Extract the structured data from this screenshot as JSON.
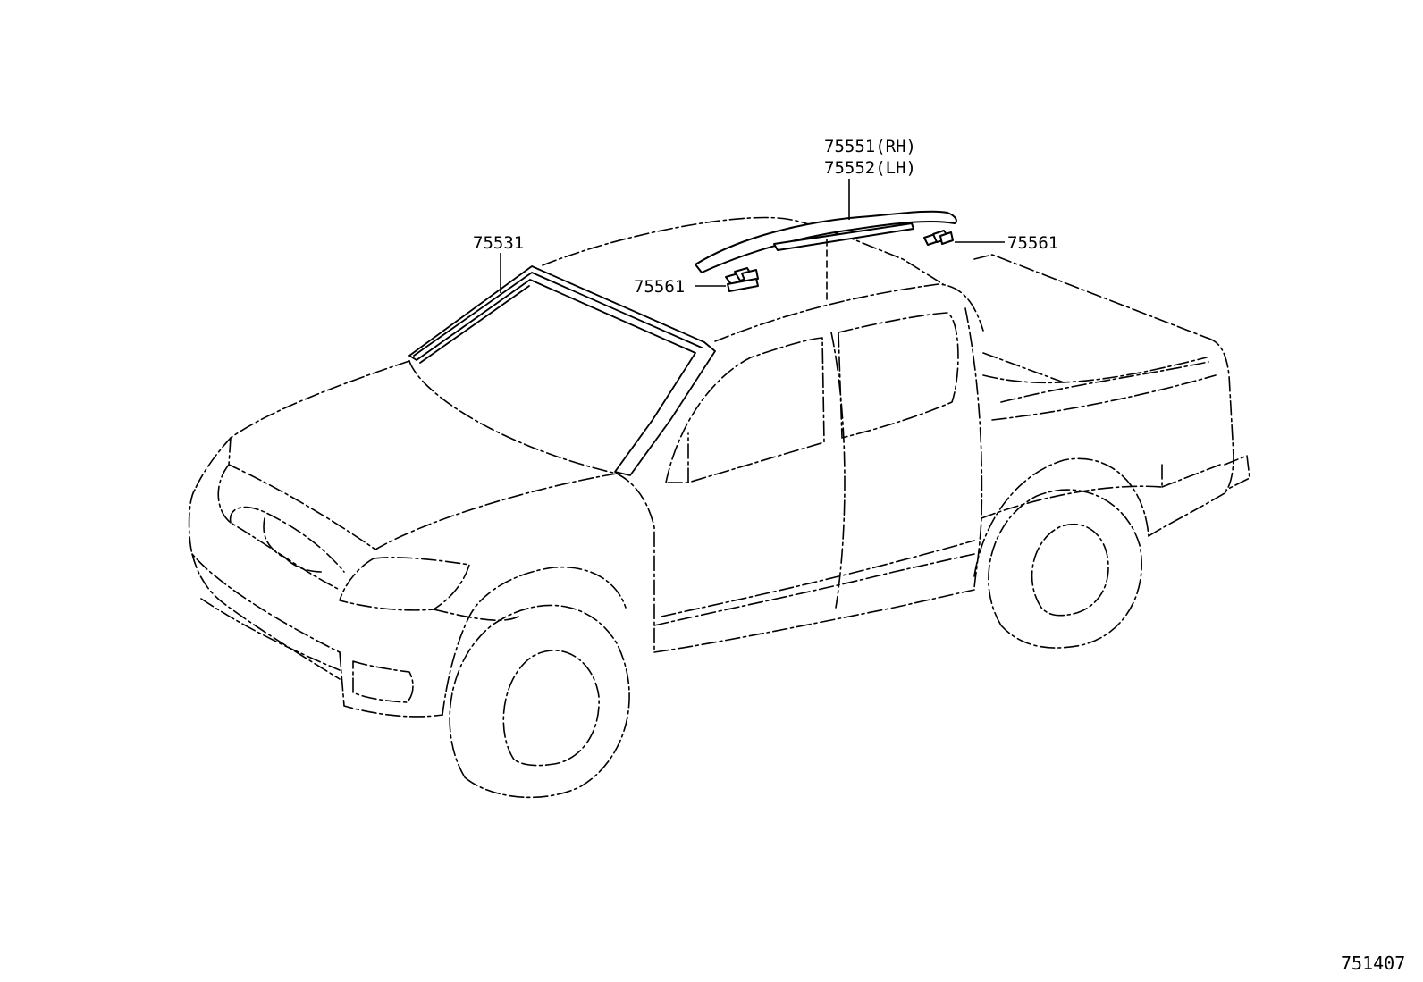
{
  "diagram": {
    "callouts": {
      "windshield_molding": "75531",
      "roof_drip_rh": "75551(RH)",
      "roof_drip_lh": "75552(LH)",
      "clip_left": "75561",
      "clip_right": "75561"
    },
    "figure_ref": "751407"
  }
}
